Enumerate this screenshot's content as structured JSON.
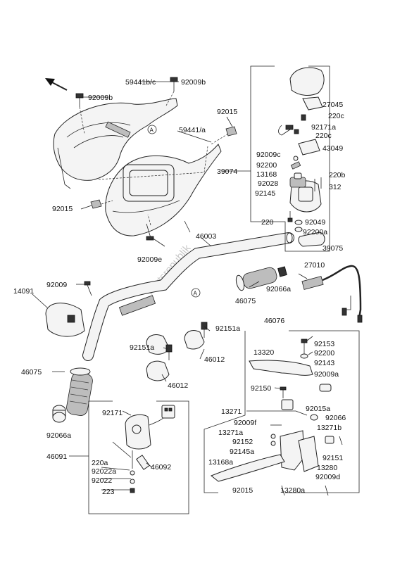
{
  "watermark": "Partsrepublik",
  "callouts": [
    "A"
  ],
  "labels": [
    {
      "id": "l01",
      "text": "59441b/c"
    },
    {
      "id": "l02",
      "text": "92009b"
    },
    {
      "id": "l03",
      "text": "92009b"
    },
    {
      "id": "l04",
      "text": "92015"
    },
    {
      "id": "l05",
      "text": "59441/a"
    },
    {
      "id": "l06",
      "text": "92015"
    },
    {
      "id": "l07",
      "text": "92009e"
    },
    {
      "id": "l08",
      "text": "46003"
    },
    {
      "id": "l09",
      "text": "92009"
    },
    {
      "id": "l10",
      "text": "14091"
    },
    {
      "id": "l11",
      "text": "46075"
    },
    {
      "id": "l12",
      "text": "92066a"
    },
    {
      "id": "l13",
      "text": "27010"
    },
    {
      "id": "l14",
      "text": "46075"
    },
    {
      "id": "l15",
      "text": "92066a"
    },
    {
      "id": "l16",
      "text": "27045"
    },
    {
      "id": "l17",
      "text": "220c"
    },
    {
      "id": "l18",
      "text": "92171a"
    },
    {
      "id": "l19",
      "text": "220c"
    },
    {
      "id": "l20",
      "text": "39074"
    },
    {
      "id": "l21",
      "text": "92009c"
    },
    {
      "id": "l22",
      "text": "43049"
    },
    {
      "id": "l23",
      "text": "92200"
    },
    {
      "id": "l24",
      "text": "13168"
    },
    {
      "id": "l25",
      "text": "92028"
    },
    {
      "id": "l26",
      "text": "92145"
    },
    {
      "id": "l27",
      "text": "220b"
    },
    {
      "id": "l28",
      "text": "312"
    },
    {
      "id": "l29",
      "text": "220"
    },
    {
      "id": "l30",
      "text": "92049"
    },
    {
      "id": "l31",
      "text": "92200a"
    },
    {
      "id": "l32",
      "text": "39075"
    },
    {
      "id": "l33",
      "text": "92151a"
    },
    {
      "id": "l34",
      "text": "92151a"
    },
    {
      "id": "l35",
      "text": "46012"
    },
    {
      "id": "l36",
      "text": "46012"
    },
    {
      "id": "l37",
      "text": "46076"
    },
    {
      "id": "l38",
      "text": "13320"
    },
    {
      "id": "l39",
      "text": "92153"
    },
    {
      "id": "l40",
      "text": "92200"
    },
    {
      "id": "l41",
      "text": "92143"
    },
    {
      "id": "l42",
      "text": "92009a"
    },
    {
      "id": "l43",
      "text": "92150"
    },
    {
      "id": "l44",
      "text": "92015a"
    },
    {
      "id": "l45",
      "text": "13271"
    },
    {
      "id": "l46",
      "text": "92066"
    },
    {
      "id": "l47",
      "text": "92009f"
    },
    {
      "id": "l48",
      "text": "13271b"
    },
    {
      "id": "l49",
      "text": "13271a"
    },
    {
      "id": "l50",
      "text": "92152"
    },
    {
      "id": "l51",
      "text": "92145a"
    },
    {
      "id": "l52",
      "text": "92151"
    },
    {
      "id": "l53",
      "text": "13168a"
    },
    {
      "id": "l54",
      "text": "13280"
    },
    {
      "id": "l55",
      "text": "92009d"
    },
    {
      "id": "l56",
      "text": "92015"
    },
    {
      "id": "l57",
      "text": "13280a"
    },
    {
      "id": "l58",
      "text": "92171"
    },
    {
      "id": "l59",
      "text": "46091"
    },
    {
      "id": "l60",
      "text": "220a"
    },
    {
      "id": "l61",
      "text": "92022a"
    },
    {
      "id": "l62",
      "text": "92022"
    },
    {
      "id": "l63",
      "text": "46092"
    },
    {
      "id": "l64",
      "text": "223"
    }
  ]
}
